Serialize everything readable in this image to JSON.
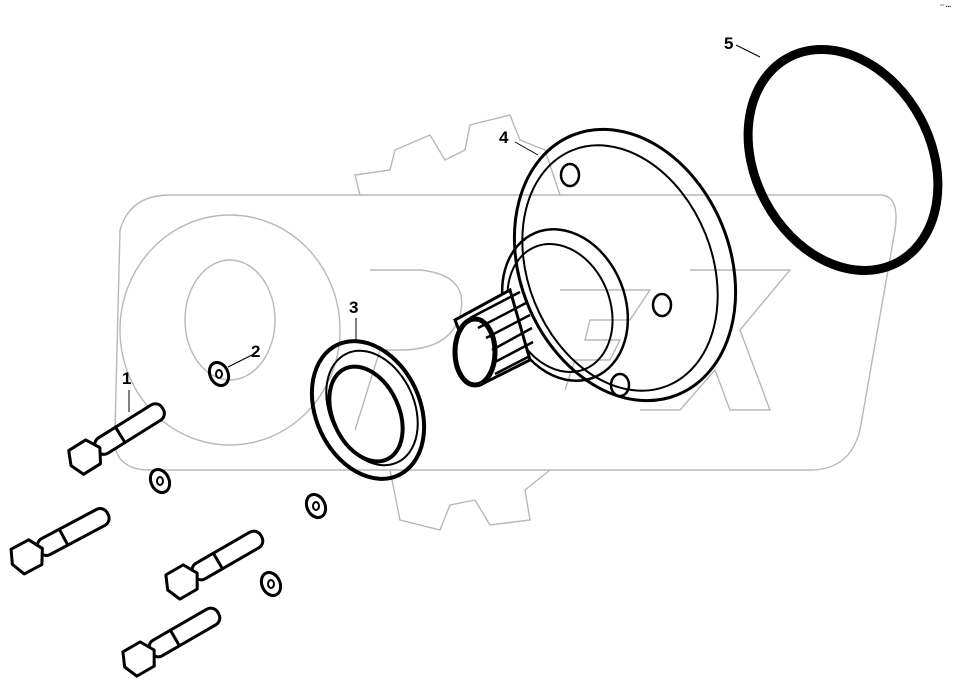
{
  "diagram": {
    "type": "exploded parts view",
    "watermark": "OPEX",
    "corner_mark": "°° ▪▪▪",
    "callouts": [
      {
        "id": "1",
        "label": "1",
        "part": "bolt"
      },
      {
        "id": "2",
        "label": "2",
        "part": "washer"
      },
      {
        "id": "3",
        "label": "3",
        "part": "seal ring"
      },
      {
        "id": "4",
        "label": "4",
        "part": "pump housing with splined shaft"
      },
      {
        "id": "5",
        "label": "5",
        "part": "o-ring"
      }
    ],
    "colors": {
      "line": "#000000",
      "watermark": "#b5b5b5",
      "background": "#ffffff"
    }
  }
}
